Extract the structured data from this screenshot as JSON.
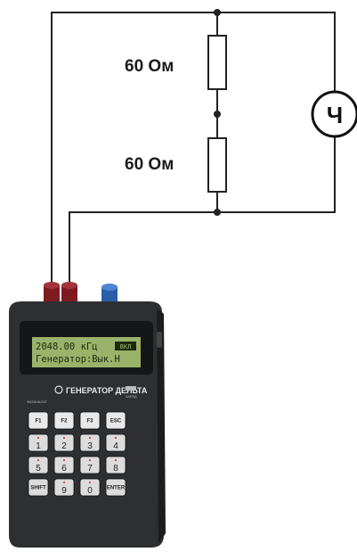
{
  "resistors": {
    "top": {
      "label": "60 Ом"
    },
    "bottom": {
      "label": "60 Ом"
    }
  },
  "meter": {
    "label": "Ч"
  },
  "device": {
    "lcd": {
      "line1": "2048.00 кГц",
      "badge": "ВКЛ",
      "line2": "Генератор:Вык.Н"
    },
    "brand": "ГЕНЕРАТОР ДЕЛЬТА",
    "small_left": "ФАЗАНАЛОГ",
    "small_right": "ЗАРЯД",
    "keys": [
      {
        "label": "F1",
        "sub": "",
        "digit": ""
      },
      {
        "label": "F2",
        "sub": "",
        "digit": ""
      },
      {
        "label": "F3",
        "sub": "",
        "digit": ""
      },
      {
        "label": "ESC",
        "sub": "",
        "digit": ""
      },
      {
        "label": "",
        "sub": "",
        "digit": "1"
      },
      {
        "label": "",
        "sub": "",
        "digit": "2"
      },
      {
        "label": "",
        "sub": "",
        "digit": "3"
      },
      {
        "label": "",
        "sub": "",
        "digit": "4"
      },
      {
        "label": "",
        "sub": "",
        "digit": "5"
      },
      {
        "label": "",
        "sub": "",
        "digit": "6"
      },
      {
        "label": "",
        "sub": "",
        "digit": "7"
      },
      {
        "label": "",
        "sub": "",
        "digit": "8"
      },
      {
        "label": "SHIFT",
        "sub": "",
        "digit": ""
      },
      {
        "label": "",
        "sub": "",
        "digit": "9"
      },
      {
        "label": "",
        "sub": "",
        "digit": "0"
      },
      {
        "label": "ENTER",
        "sub": "",
        "digit": ""
      }
    ]
  },
  "colors": {
    "wire": "#222222",
    "resistor_fill": "#ffffff",
    "device_body": "#2b2d2f",
    "lcd_bg": "#9bb26a",
    "terminal_red": "#8a1f24",
    "terminal_blue": "#2c63b0"
  }
}
